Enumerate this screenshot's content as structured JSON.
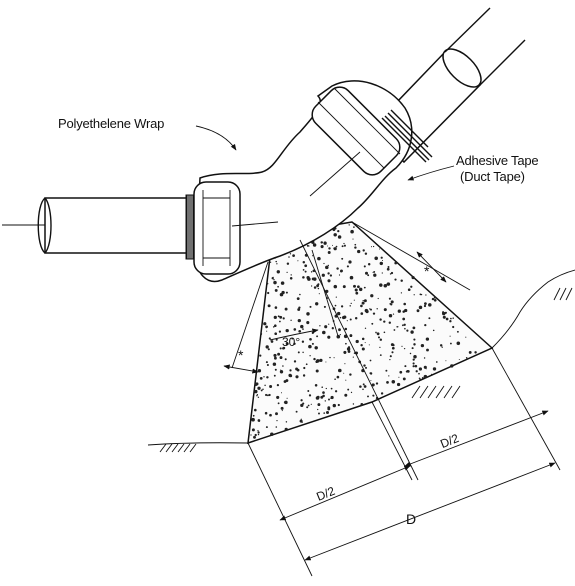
{
  "labels": {
    "wrap": "Polyethelene Wrap",
    "tape_line1": "Adhesive Tape",
    "tape_line2": "(Duct Tape)",
    "angle": "30°",
    "star": "*",
    "half_left": "D/2",
    "half_right": "D/2",
    "full": "D"
  }
}
